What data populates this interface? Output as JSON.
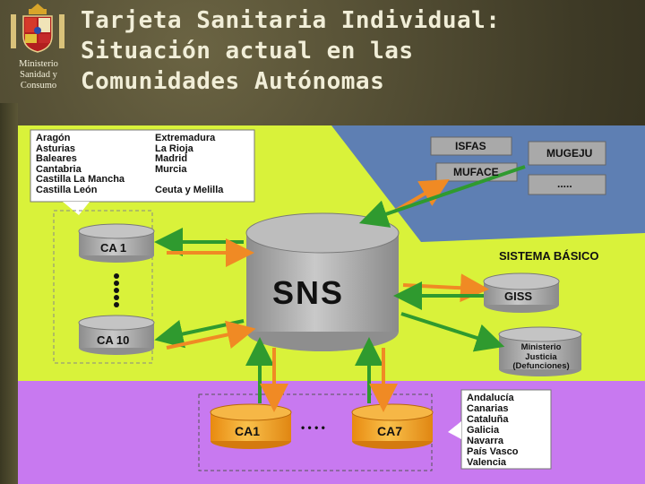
{
  "logo": {
    "icon": "coat-of-arms-icon",
    "lines": [
      "Ministerio",
      "Sanidad y",
      "Consumo"
    ]
  },
  "title": {
    "lines": [
      "Tarjeta Sanitaria Individual:",
      "Situación actual en las",
      "Comunidades Autónomas"
    ]
  },
  "top_left_box": {
    "left_column": [
      "Aragón",
      "Asturias",
      "Baleares",
      "Cantabria",
      "Castilla La Mancha",
      "Castilla León"
    ],
    "right_column": [
      "Extremadura",
      "La Rioja",
      "Madrid",
      "Murcia",
      "",
      "Ceuta y Melilla"
    ]
  },
  "mutualities": {
    "isfas": "ISFAS",
    "mugeju": "MUGEJU",
    "muface": "MUFACE",
    "other": "....."
  },
  "sistema_basico_label": "SISTEMA BÁSICO",
  "center_db": "SNS",
  "left_dbs": [
    "CA 1",
    "CA 10"
  ],
  "right_dbs": {
    "giss": "GISS",
    "ministerio": [
      "Ministerio",
      "Justicia",
      "(Defunciones)"
    ]
  },
  "bottom_dbs": [
    "CA1",
    "CA7"
  ],
  "ellipsis_dots": "• • • •",
  "bottom_right_box": [
    "Andalucía",
    "Canarias",
    "Cataluña",
    "Galicia",
    "Navarra",
    "País Vasco",
    "Valencia"
  ],
  "colors": {
    "lime": "#d9f23a",
    "purple": "#c879f0",
    "steel": "#5e7fb3",
    "sns_db": "#a6a6a6",
    "orange_db": "#f2a21c",
    "green_arrow": "#2f9a2f",
    "orange_arrow": "#f08a24"
  }
}
